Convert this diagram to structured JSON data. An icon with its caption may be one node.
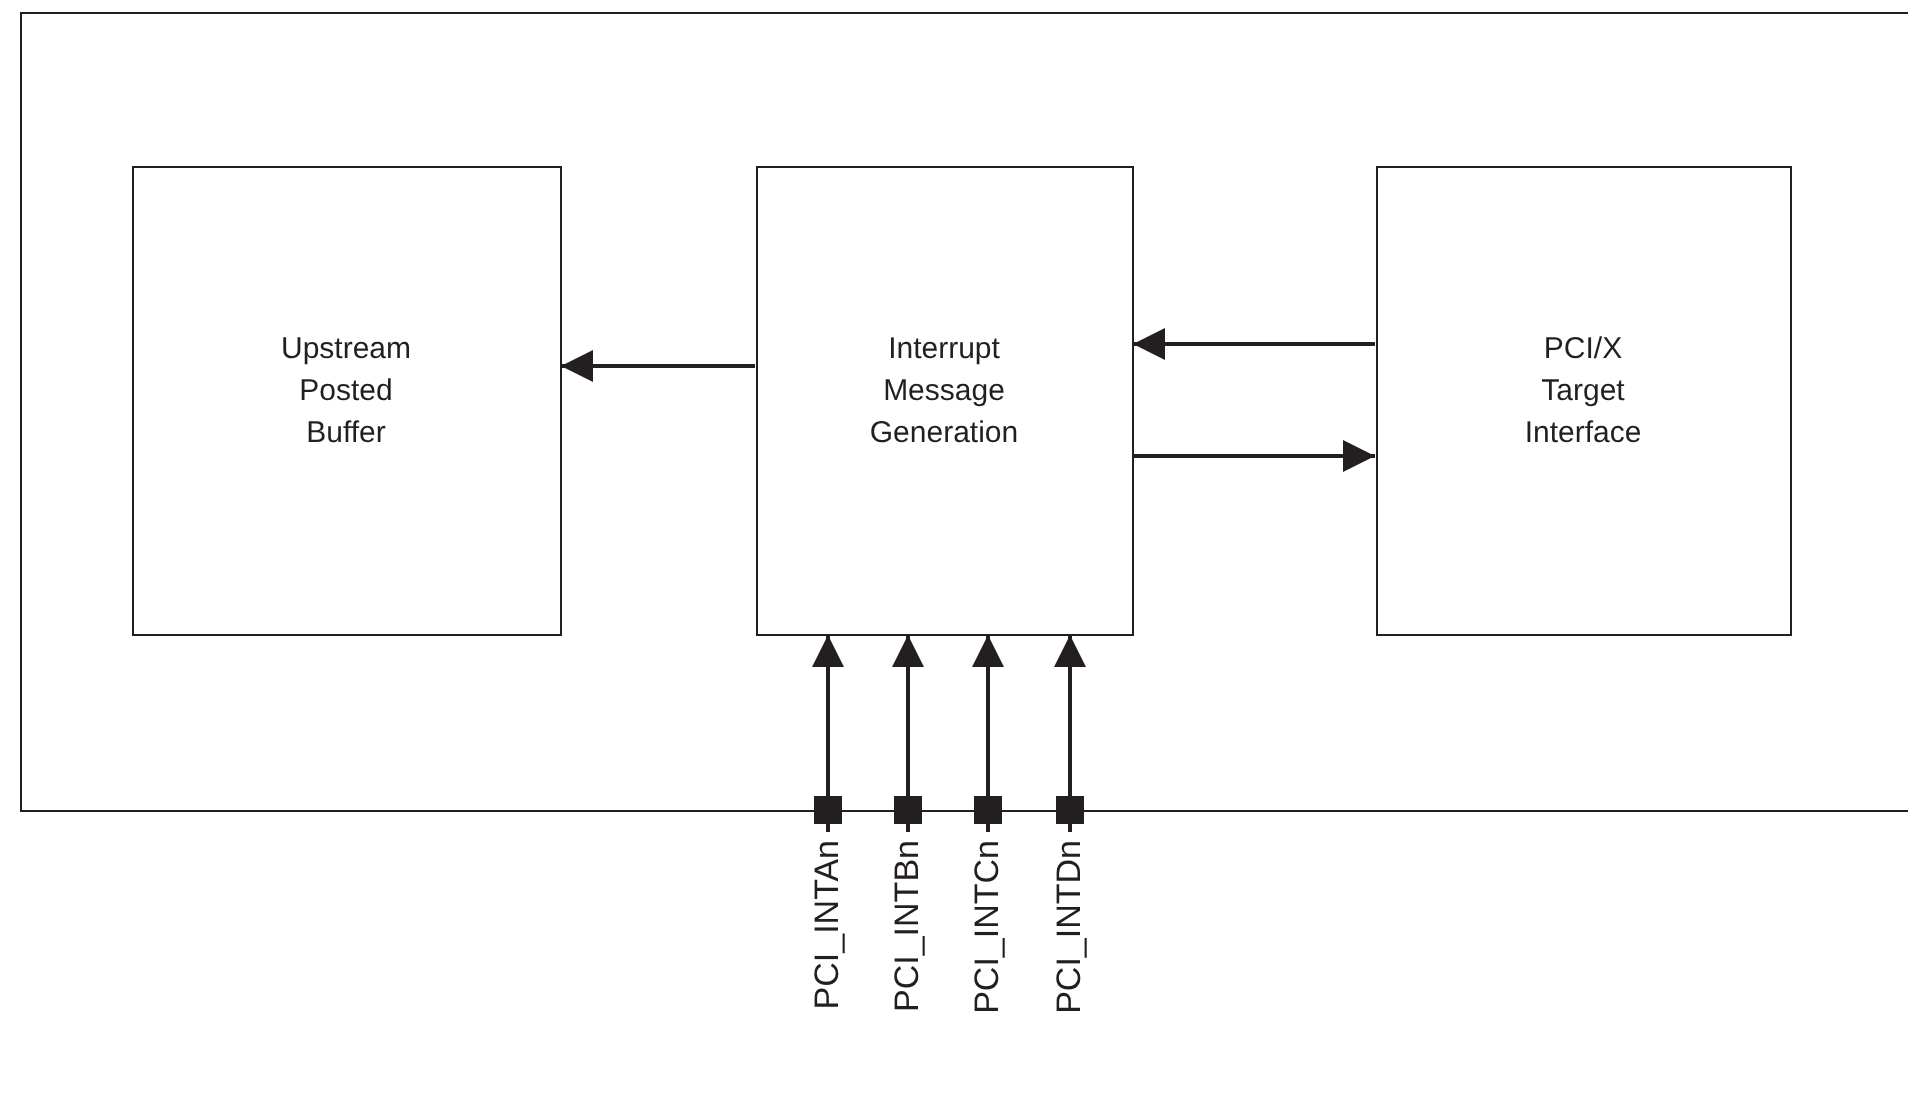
{
  "diagram": {
    "nodes": [
      {
        "text": [],
        "shape": "box"
      },
      {
        "text": [
          "Upstream Posted Buffer"
        ],
        "in": 0
      },
      {
        "text": [
          "Interrupt Message Generation"
        ],
        "in": 0
      },
      {
        "text": [
          "PCI/X Target Interface"
        ],
        "in": 0
      },
      {
        "text": [
          "PCI_INTAn"
        ]
      },
      {
        "text": [
          "PCI_INTBn"
        ]
      },
      {
        "text": [
          "PCI_INTCn"
        ]
      },
      {
        "text": [
          "PCI_INTDn"
        ]
      }
    ],
    "edges": [
      {
        "from": 2,
        "to": 1,
        "arrow": "to"
      },
      {
        "from": 3,
        "to": 2,
        "arrow": "to"
      },
      {
        "from": 2,
        "to": 3,
        "arrow": "to"
      },
      {
        "from": 4,
        "to": 2,
        "arrow": "to"
      },
      {
        "from": 5,
        "to": 2,
        "arrow": "to"
      },
      {
        "from": 6,
        "to": 2,
        "arrow": "to"
      },
      {
        "from": 7,
        "to": 2,
        "arrow": "to"
      }
    ]
  }
}
